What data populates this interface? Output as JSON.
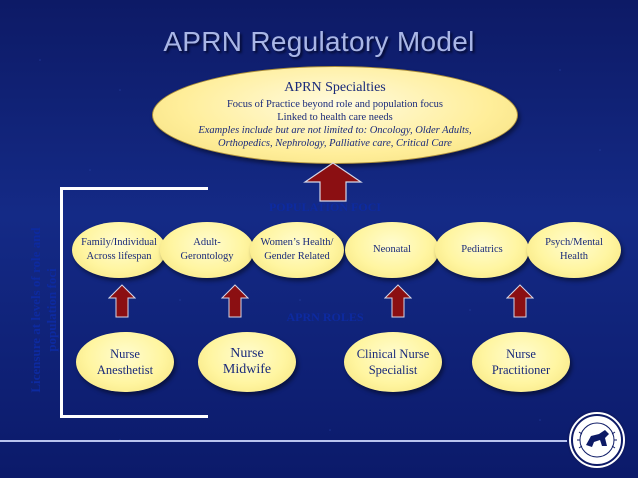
{
  "title": "APRN Regulatory Model",
  "specialties": {
    "heading": "APRN Specialties",
    "line1": "Focus of Practice beyond role and population focus",
    "line2": "Linked to health care needs",
    "line3": "Examples include but are not limited to: Oncology, Older Adults,",
    "line4": "Orthopedics, Nephrology, Palliative care, Critical Care"
  },
  "population_label": "POPULATION FOCI",
  "roles_label": "APRN ROLES",
  "vertical_label": {
    "line1": "Licensure at levels of role and",
    "line2": "population foci"
  },
  "population_foci": [
    {
      "line1": "Family/Individual",
      "line2": "Across lifespan"
    },
    {
      "line1": "Adult-",
      "line2": "Gerontology"
    },
    {
      "line1": "Women’s Health/",
      "line2": "Gender Related"
    },
    {
      "line1": "Neonatal",
      "line2": ""
    },
    {
      "line1": "Pediatrics",
      "line2": ""
    },
    {
      "line1": "Psych/Mental",
      "line2": "Health"
    }
  ],
  "roles": [
    {
      "line1": "Nurse",
      "line2": "Anesthetist"
    },
    {
      "line1": "Nurse",
      "line2": "Midwife"
    },
    {
      "line1": "Clinical Nurse",
      "line2": "Specialist"
    },
    {
      "line1": "Nurse",
      "line2": "Practitioner"
    }
  ],
  "colors": {
    "background": "#142a86",
    "ellipse_fill": "#fff5a0",
    "arrow_fill": "#8b0f12",
    "label_color": "#0d2aa0",
    "title_color": "#a9b6e6"
  }
}
